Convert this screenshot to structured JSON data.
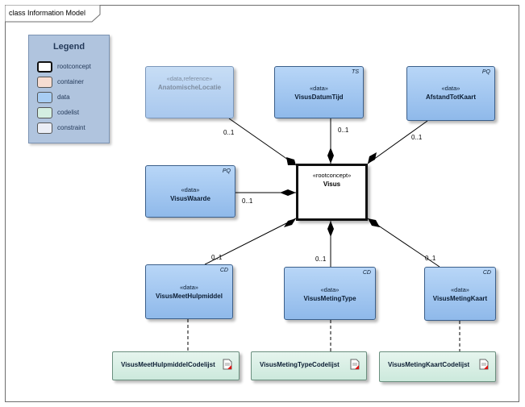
{
  "frame": {
    "title": "class Information Model"
  },
  "legend": {
    "title": "Legend",
    "items": [
      {
        "label": "rootconcept",
        "color": "#ffffff"
      },
      {
        "label": "container",
        "color": "#f6ddd2"
      },
      {
        "label": "data",
        "color": "#a8cdf3"
      },
      {
        "label": "codelist",
        "color": "#d4eee2"
      },
      {
        "label": "constraint",
        "color": "#ebeef6"
      }
    ]
  },
  "root": {
    "stereotype": "«rootconcept»",
    "name": "Visus"
  },
  "classes": {
    "anatomische": {
      "stereotype": "«data,reference»",
      "name": "AnatomischeLocatie",
      "tag": ""
    },
    "datumtijd": {
      "stereotype": "«data»",
      "name": "VisusDatumTijd",
      "tag": "TS"
    },
    "afstand": {
      "stereotype": "«data»",
      "name": "AfstandTotKaart",
      "tag": "PQ"
    },
    "waarde": {
      "stereotype": "«data»",
      "name": "VisusWaarde",
      "tag": "PQ"
    },
    "hulpmiddel": {
      "stereotype": "«data»",
      "name": "VisusMeetHulpmiddel",
      "tag": "CD"
    },
    "metingtype": {
      "stereotype": "«data»",
      "name": "VisusMetingType",
      "tag": "CD"
    },
    "metingkaart": {
      "stereotype": "«data»",
      "name": "VisusMetingKaart",
      "tag": "CD"
    }
  },
  "codelists": {
    "hulpmiddel": "VisusMeetHulpmiddelCodelijst",
    "metingtype": "VisusMetingTypeCodelijst",
    "metingkaart": "VisusMetingKaartCodelijst"
  },
  "multiplicities": {
    "anatomische": "0..1",
    "datumtijd": "0..1",
    "afstand": "0..1",
    "waarde": "0..1",
    "hulpmiddel": "0..1",
    "metingtype": "0..1",
    "metingkaart": "0..1"
  },
  "colors": {
    "data_fill": "#a8cdf3",
    "codelist_fill": "#d4eee2",
    "line": "#000000"
  }
}
